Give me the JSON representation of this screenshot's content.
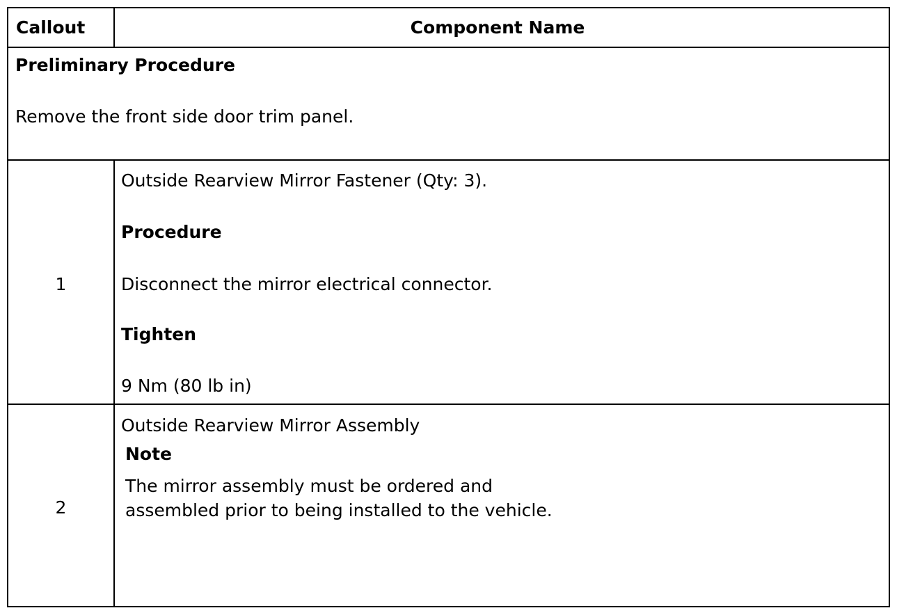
{
  "header": {
    "callout_label": "Callout",
    "component_label": "Component Name"
  },
  "preliminary": {
    "heading": "Preliminary Procedure",
    "instruction": "Remove the front side door trim panel."
  },
  "rows": [
    {
      "callout": "1",
      "component": "Outside Rearview Mirror Fastener (Qty: 3).",
      "procedure_heading": "Procedure",
      "procedure_text": "Disconnect the mirror electrical connector.",
      "tighten_heading": "Tighten",
      "tighten_value": "9 Nm (80 lb in)"
    },
    {
      "callout": "2",
      "component": "Outside Rearview Mirror Assembly",
      "note_heading": "Note",
      "note_text": "The mirror assembly must be ordered and assembled prior to being installed to the vehicle."
    }
  ]
}
